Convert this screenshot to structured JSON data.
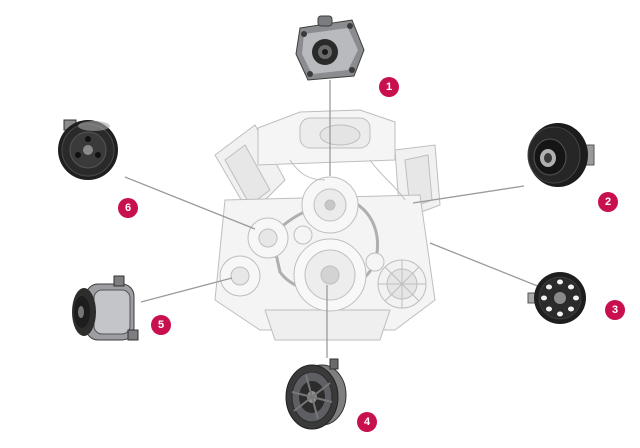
{
  "colors": {
    "badge": "#c8104f",
    "line": "#9a9a9a"
  },
  "callouts": [
    {
      "number": "1",
      "component": "water-pump"
    },
    {
      "number": "2",
      "component": "crankshaft-damper"
    },
    {
      "number": "3",
      "component": "crankshaft-pulley"
    },
    {
      "number": "4",
      "component": "ac-compressor-clutch"
    },
    {
      "number": "5",
      "component": "ac-compressor"
    },
    {
      "number": "6",
      "component": "electromagnetic-clutch-pulley"
    }
  ]
}
